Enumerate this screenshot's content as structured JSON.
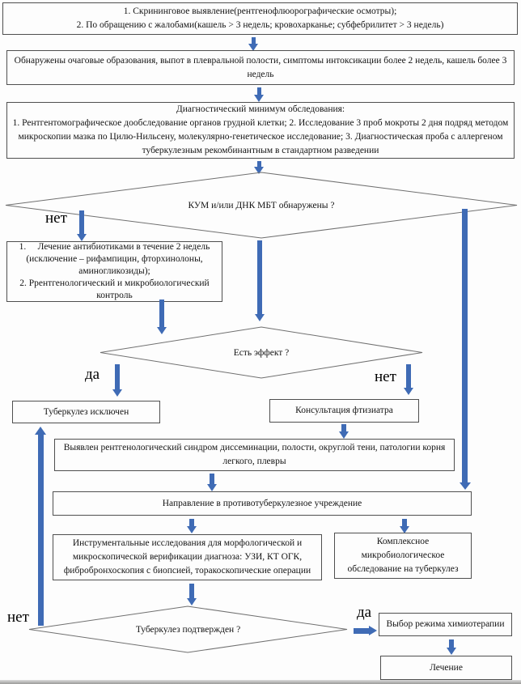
{
  "colors": {
    "arrow": "#3f6bb5",
    "border": "#4f4f4f",
    "diamond": "#707070",
    "bg": "#fdfdfd",
    "text": "#141414"
  },
  "flowchart": {
    "nodes": {
      "screening": {
        "label": "1. Скрининговое выявление(рентгенофлюорографические осмотры);\n2. По обращению с жалобами(кашель > 3 недель; кровохарканье; субфебрилитет > 3 недель)"
      },
      "findings": {
        "label": "Обнаружены очаговые образования, выпот в плевральной полости, симптомы интоксикации более 2 недель, кашель более 3 недель"
      },
      "diag_minimum": {
        "label": "Диагностический минимум обследования:\n1. Рентгентомографическое дообследование органов грудной клетки; 2. Исследование 3 проб мокроты 2 дня подряд методом микроскопии мазка по Цилю-Нильсену,  молекулярно-генетическое исследование; 3. Диагностическая проба с аллергеном туберкулезным рекомбинантным в стандартном разведении"
      },
      "kum_question": {
        "label": "КУМ и/или ДНК МБТ обнаружены ?"
      },
      "antibiotics": {
        "label": "1.     Лечение антибиотиками в течение 2 недель\n(исключение – рифампицин, фторхинолоны,\nаминогликозиды);\n2. Ррентгенологический и микробиологический\nконтроль"
      },
      "effect_question": {
        "label": "Есть эффект ?"
      },
      "tb_excluded": {
        "label": "Туберкулез исключен"
      },
      "phthisiatrician": {
        "label": "Консультация фтизиатра"
      },
      "xray_syndrome": {
        "label": "Выявлен рентгенологический синдром диссеминации, полости, округлой тени, патологии корня легкого, плевры"
      },
      "referral": {
        "label": "Направление в противотуберкулезное учреждение"
      },
      "instrumental": {
        "label": "Инструментальные исследования для морфологической и микроскопической верификации диагноза: УЗИ, КТ ОГК, фибробронхоскопия с биопсией, торакоскопические операции"
      },
      "microbio": {
        "label": "Комплексное микробиологическое обследование на туберкулез"
      },
      "confirmed_question": {
        "label": "Туберкулез подтвержден ?"
      },
      "chemo": {
        "label": "Выбор режима химиотерапии"
      },
      "treatment": {
        "label": "Лечение"
      }
    },
    "edge_labels": {
      "kum_no": "нет",
      "effect_yes": "да",
      "effect_no": "нет",
      "confirmed_no": "нет",
      "confirmed_yes": "да"
    }
  }
}
